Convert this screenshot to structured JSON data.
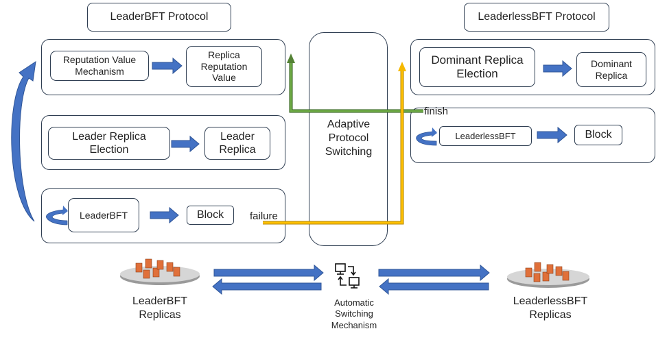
{
  "leader": {
    "title": "LeaderBFT Protocol",
    "reputation_mechanism": "Reputation Value Mechanism",
    "replica_reputation": "Replica Reputation Value",
    "leader_election": "Leader Replica Election",
    "leader_replica": "Leader Replica",
    "consensus": "LeaderBFT",
    "block": "Block",
    "failure_label": "failure"
  },
  "leaderless": {
    "title": "LeaderlessBFT Protocol",
    "dominant_election": "Dominant Replica Election",
    "dominant_replica": "Dominant Replica",
    "consensus": "LeaderlessBFT",
    "block": "Block",
    "finish_label": "finish"
  },
  "switching": {
    "label": "Adaptive Protocol Switching"
  },
  "bottom": {
    "leader_replicas": "LeaderBFT Replicas",
    "auto_mechanism": "Automatic Switching Mechanism",
    "leaderless_replicas": "LeaderlessBFT Replicas"
  },
  "colors": {
    "arrow_blue": "#4472c4",
    "arrow_blue_dark": "#2f5597",
    "line_green": "#548235",
    "line_yellow": "#f5b800",
    "server_orange": "#e0703a"
  }
}
